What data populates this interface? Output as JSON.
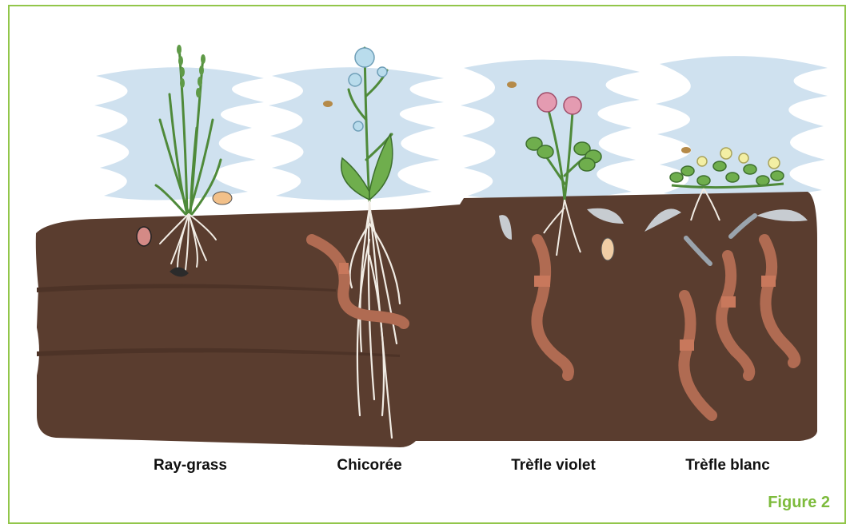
{
  "labels": {
    "ray_grass": "Ray-grass",
    "chicoree": "Chicorée",
    "trefle_violet": "Trèfle violet",
    "trefle_blanc": "Trèfle blanc"
  },
  "figure_caption": "Figure 2",
  "colors": {
    "frame": "#92c64a",
    "caption": "#7dbb3c",
    "soil": "#5a3d2f",
    "sky": "#cfe1ef",
    "earthworm": "#b06b52",
    "earthworm_band": "#c8785c"
  }
}
